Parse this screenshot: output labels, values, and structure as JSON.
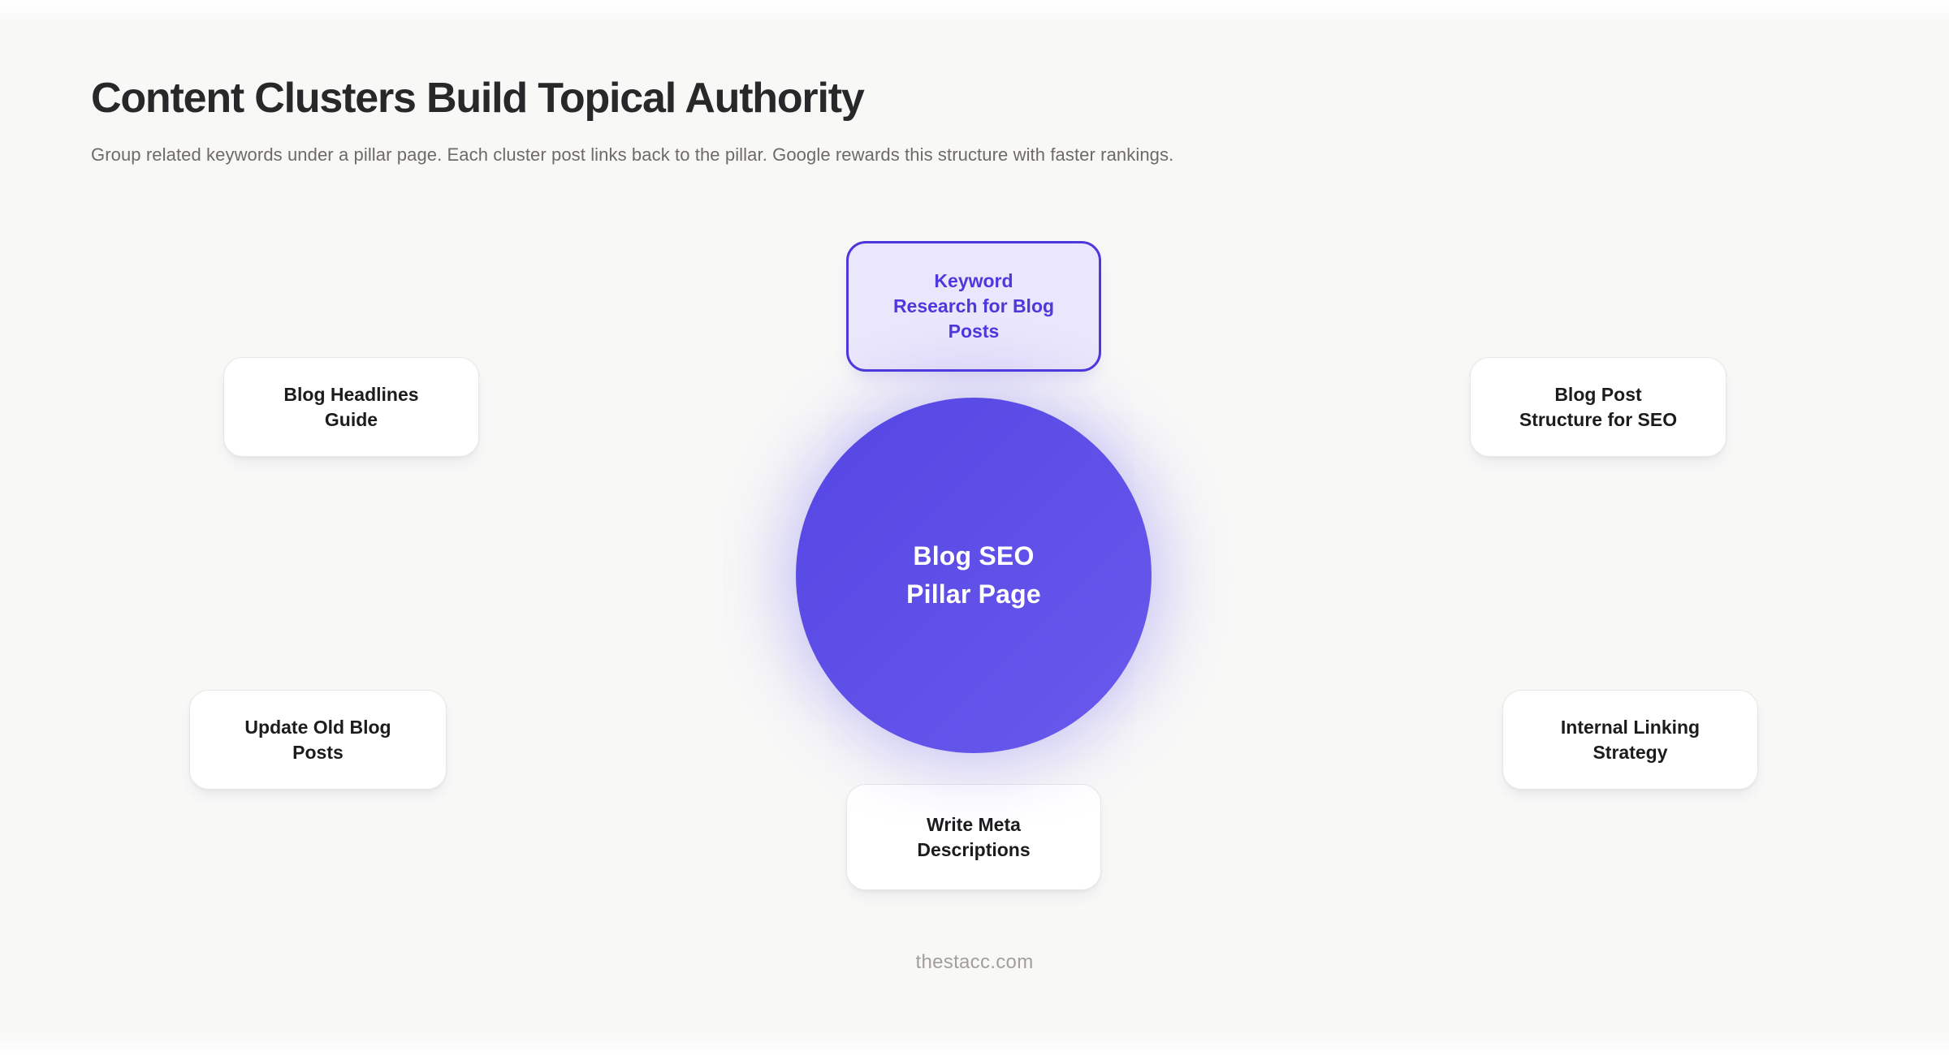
{
  "page": {
    "title": "Content Clusters Build Topical Authority",
    "subtitle": "Group related keywords under a pillar page. Each cluster post links back to the pillar. Google rewards this structure with faster rankings.",
    "footer": "thestacc.com"
  },
  "colors": {
    "background": "#f8f8f7",
    "accent": "#4c38dc",
    "accent_light_bg": "#eae6fb",
    "circle_gradient_start": "#5546e4",
    "circle_gradient_end": "#6959ec",
    "card_bg": "#ffffff",
    "card_border": "#e9e7e4",
    "title_text": "#28272a",
    "subtitle_text": "#6e6a66",
    "card_text": "#1c1c1e",
    "footer_text": "#a29f9b"
  },
  "diagram": {
    "pillar": {
      "label": "Blog SEO\nPillar Page"
    },
    "clusters": [
      {
        "id": "keyword-research",
        "label": "Keyword\nResearch for Blog\nPosts",
        "highlighted": true,
        "position": "top-center"
      },
      {
        "id": "blog-headlines",
        "label": "Blog Headlines\nGuide",
        "highlighted": false,
        "position": "upper-left"
      },
      {
        "id": "blog-post-structure",
        "label": "Blog Post\nStructure for SEO",
        "highlighted": false,
        "position": "upper-right"
      },
      {
        "id": "update-old-posts",
        "label": "Update Old Blog\nPosts",
        "highlighted": false,
        "position": "lower-left"
      },
      {
        "id": "internal-linking",
        "label": "Internal Linking\nStrategy",
        "highlighted": false,
        "position": "lower-right"
      },
      {
        "id": "write-meta",
        "label": "Write Meta\nDescriptions",
        "highlighted": false,
        "position": "bottom-center"
      }
    ]
  }
}
